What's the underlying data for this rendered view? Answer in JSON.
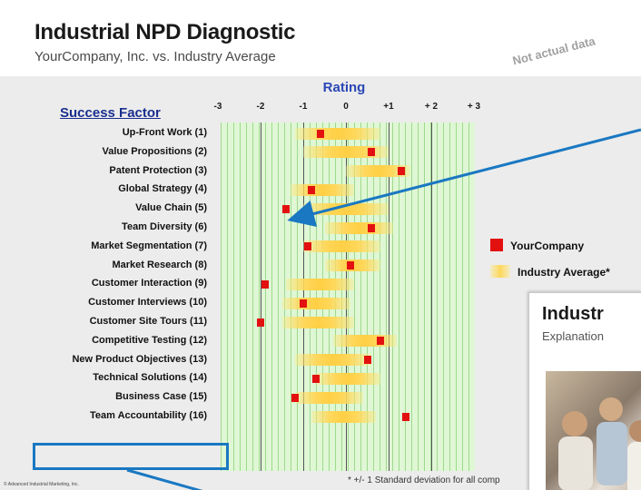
{
  "header": {
    "title": "Industrial NPD Diagnostic",
    "subtitle": "YourCompany, Inc. vs. Industry Average",
    "watermark": "Not actual data"
  },
  "chart_data": {
    "type": "range-dot",
    "title": "Industrial NPD Diagnostic",
    "subtitle": "YourCompany, Inc. vs. Industry Average",
    "xlabel": "Rating",
    "ylabel": "Success Factor",
    "xlim": [
      -3,
      3
    ],
    "x_ticks": [
      "-3",
      "-2",
      "-1",
      "0",
      "+1",
      "+ 2",
      "+ 3"
    ],
    "grid": true,
    "legend_position": "right",
    "categories": [
      "Up-Front Work (1)",
      "Value Propositions (2)",
      "Patent Protection (3)",
      "Global Strategy (4)",
      "Value Chain (5)",
      "Team Diversity (6)",
      "Market Segmentation (7)",
      "Market Research (8)",
      "Customer Interaction (9)",
      "Customer Interviews (10)",
      "Customer Site Tours (11)",
      "Competitive Testing (12)",
      "New Product Objectives (13)",
      "Technical Solutions (14)",
      "Business Case (15)",
      "Team Accountability (16)"
    ],
    "series": [
      {
        "name": "YourCompany",
        "marker": "square",
        "color": "#e31010",
        "values": [
          -0.6,
          0.6,
          1.3,
          -0.8,
          -1.4,
          0.6,
          -0.9,
          0.1,
          -1.9,
          -1.0,
          -2.0,
          0.8,
          0.5,
          -0.7,
          -1.2,
          1.4
        ]
      },
      {
        "name": "Industry Average*",
        "marker": "band",
        "color": "#ffd75a",
        "ranges": [
          [
            -1.2,
            0.8
          ],
          [
            -1.0,
            1.0
          ],
          [
            0.0,
            1.5
          ],
          [
            -1.3,
            0.2
          ],
          [
            -1.0,
            1.0
          ],
          [
            -0.5,
            1.1
          ],
          [
            -1.0,
            0.8
          ],
          [
            -0.5,
            0.8
          ],
          [
            -1.4,
            0.2
          ],
          [
            -1.5,
            0.1
          ],
          [
            -1.5,
            0.2
          ],
          [
            -0.3,
            1.2
          ],
          [
            -1.2,
            0.6
          ],
          [
            -0.7,
            0.8
          ],
          [
            -1.2,
            0.4
          ],
          [
            -0.8,
            0.7
          ]
        ]
      }
    ],
    "footnote": "* +/- 1 Standard deviation for all comp"
  },
  "labels": {
    "success_factor": "Success Factor",
    "rating": "Rating"
  },
  "legend": {
    "yourcompany": "YourCompany",
    "industry": "Industry Average*"
  },
  "second_slide": {
    "title": "Industr",
    "subtitle": "Explanation"
  },
  "copyright": "© Advanced Industrial Marketing, Inc.",
  "colors": {
    "accent_blue": "#1a78c2",
    "marker_red": "#e31010",
    "band_yellow": "#ffd75a",
    "grid_green": "#dff7d5"
  }
}
